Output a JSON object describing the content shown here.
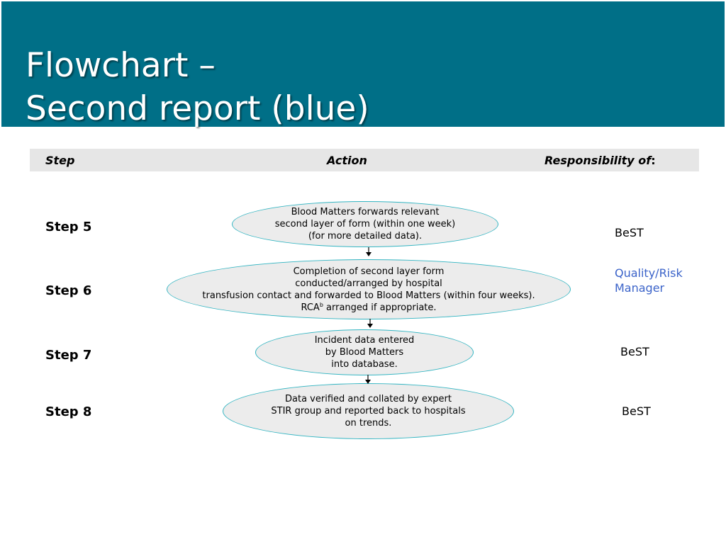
{
  "title": {
    "line1": "Flowchart –",
    "line2": "Second report (blue)"
  },
  "columns": {
    "step": "Step",
    "action": "Action",
    "responsibility": "Responsibility of",
    "responsibility_colon": ":"
  },
  "steps": [
    {
      "label": "Step 5",
      "action_lines": [
        "Blood Matters forwards relevant",
        "second layer of form (within one week)",
        "(for more detailed data)."
      ],
      "responsibility": "BeST"
    },
    {
      "label": "Step 6",
      "action_lines": [
        "Completion of second layer form",
        "conducted/arranged by hospital",
        "transfusion contact and forwarded to Blood Matters (within four weeks)."
      ],
      "action_last_prefix": "RCA",
      "action_last_sup": "b",
      "action_last_suffix": " arranged if appropriate.",
      "responsibility_line1": "Quality/Risk",
      "responsibility_line2": "Manager"
    },
    {
      "label": "Step 7",
      "action_lines": [
        "Incident data entered",
        "by Blood Matters",
        "into database."
      ],
      "responsibility": "BeST"
    },
    {
      "label": "Step 8",
      "action_lines": [
        "Data verified and collated by expert",
        "STIR group and reported back to hospitals",
        "on trends."
      ],
      "responsibility": "BeST"
    }
  ],
  "colors": {
    "header_band": "#006f87",
    "ellipse_fill": "#ececec",
    "ellipse_border": "#33b5c2",
    "highlight_text": "#3b63c9",
    "column_header_bg": "#e6e6e6"
  }
}
